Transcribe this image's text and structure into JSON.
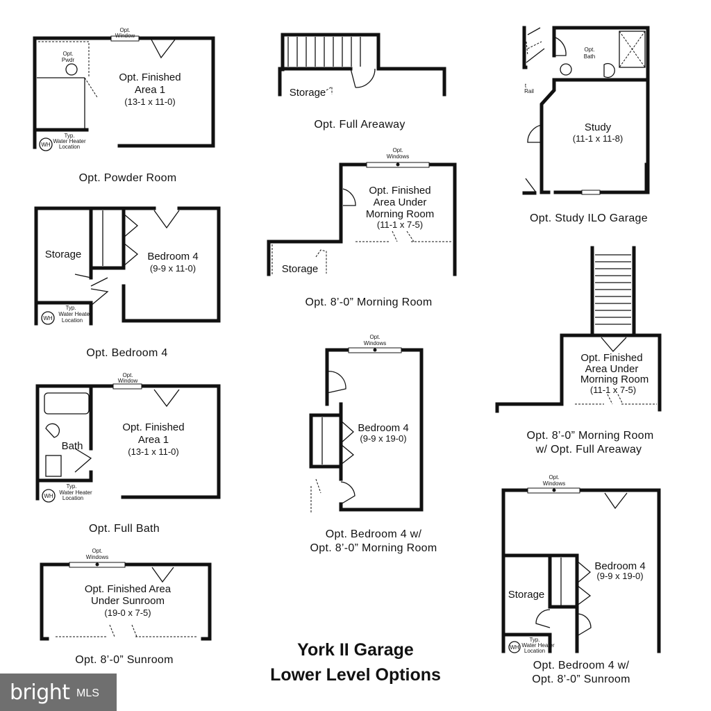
{
  "title": {
    "line1": "York II Garage",
    "line2": "Lower Level Options"
  },
  "labels": {
    "opt_window": [
      "Opt.",
      "Window"
    ],
    "opt_windows": [
      "Opt.",
      "Windows"
    ],
    "opt_pwdr": [
      "Opt.",
      "Pwdr"
    ],
    "opt_bath": [
      "Opt.",
      "Bath"
    ],
    "typ_wh": [
      "Typ.",
      "Water Heater",
      "Location"
    ],
    "wh": "WH",
    "rail": [
      "t",
      "Rail"
    ],
    "storage": "Storage",
    "bath": "Bath",
    "study": "Study",
    "study_dim": "(11-1 x 11-8)",
    "bedroom4": "Bedroom 4",
    "bed_dim_short": "(9-9 x 11-0)",
    "bed_dim_long": "(9-9 x 19-0)",
    "fin_area": [
      "Opt. Finished",
      "Area 1"
    ],
    "fin_area_dim": "(13-1 x 11-0)",
    "fin_morning": [
      "Opt. Finished",
      "Area Under",
      "Morning Room"
    ],
    "fin_morning_dim": "(11-1 x 7-5)",
    "fin_sunroom": [
      "Opt. Finished Area",
      "Under Sunroom"
    ],
    "fin_sunroom_dim": "(19-0 x 7-5)"
  },
  "captions": {
    "powder": "Opt. Powder Room",
    "areaway": "Opt. Full Areaway",
    "study": "Opt. Study ILO Garage",
    "morning": "Opt. 8’-0” Morning Room",
    "bedroom4": "Opt. Bedroom 4",
    "morning_areaway": [
      "Opt. 8’-0” Morning Room",
      "w/ Opt. Full Areaway"
    ],
    "fullbath": "Opt. Full Bath",
    "bed4_morning": [
      "Opt. Bedroom 4 w/",
      "Opt. 8’-0” Morning Room"
    ],
    "sunroom": "Opt. 8’-0” Sunroom",
    "bed4_sunroom": [
      "Opt. Bedroom 4 w/",
      "Opt. 8’-0” Sunroom"
    ]
  },
  "brand": {
    "name": "bright",
    "suffix": "MLS"
  }
}
